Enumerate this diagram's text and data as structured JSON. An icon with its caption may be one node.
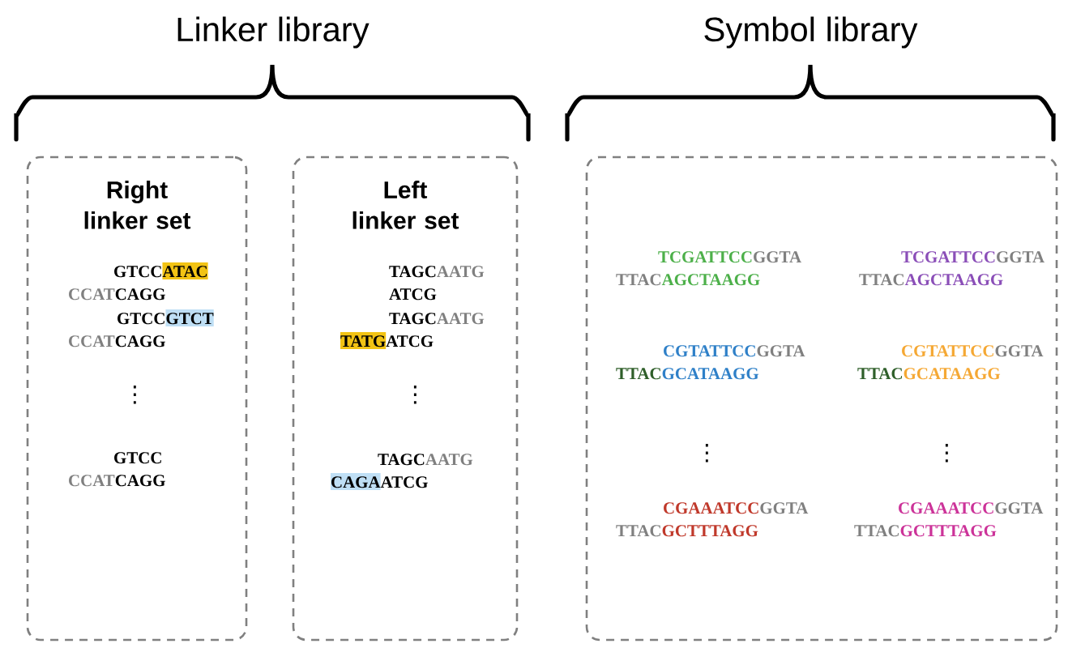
{
  "diagram": {
    "nodes": [
      {
        "text": [
          "Right linker set"
        ]
      },
      {
        "text": [
          "Left linker set"
        ]
      },
      {
        "text": [],
        "shape": "box"
      }
    ],
    "labels": [
      "Linker library",
      "Symbol library",
      "GTCC",
      "ATAC",
      "CCAT",
      "CAGG",
      "GTCC",
      "GTCT",
      "CCAT",
      "CAGG",
      "⋮",
      "GTCC",
      "CCAT",
      "CAGG",
      "TAGC",
      "AATG",
      "ATCG",
      "TAGC",
      "AATG",
      "TATG",
      "ATCG",
      "⋮",
      "TAGC",
      "AATG",
      "CAGA",
      "ATCG",
      "TCGATTCC",
      "GGTA",
      "TTAC",
      "AGCTAAGG",
      "TCGATTCC",
      "GGTA",
      "TTAC",
      "AGCTAAGG",
      "CGTATTCC",
      "GGTA",
      "TTAC",
      "GCATAAGG",
      "CGTATTCC",
      "GGTA",
      "TTAC",
      "GCATAAGG",
      "⋮",
      "⋮",
      "CGAAATCC",
      "GGTA",
      "TTAC",
      "GCTTTAGG",
      "CGAAATCC",
      "GGTA",
      "TTAC",
      "GCTTTAGG"
    ]
  }
}
